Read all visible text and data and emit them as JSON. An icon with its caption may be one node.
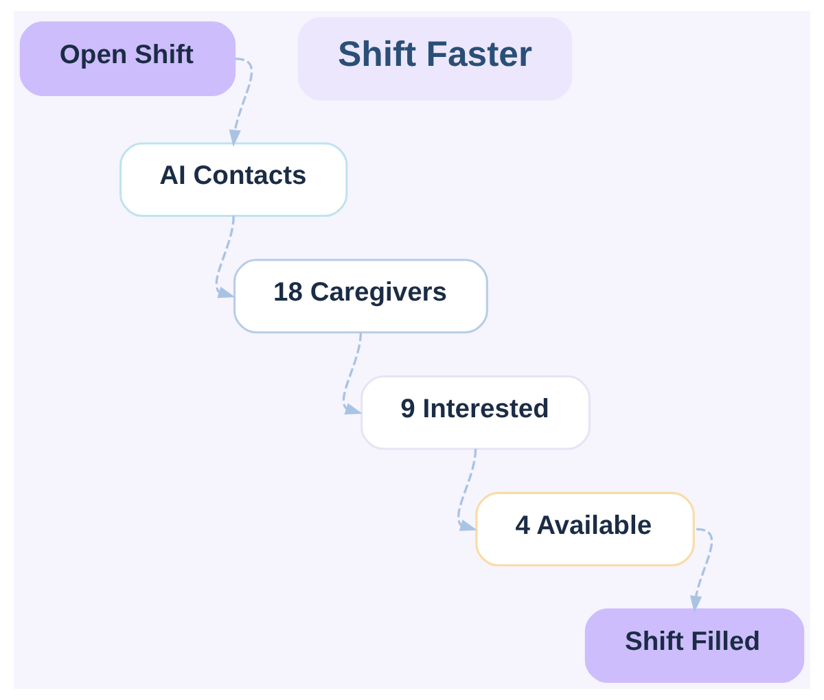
{
  "diagram": {
    "nodes": [
      {
        "text": [
          "Open Shift"
        ]
      },
      {
        "text": [
          "AI Contacts"
        ]
      },
      {
        "text": [
          "18 Caregivers"
        ]
      },
      {
        "text": [
          "9 Interested"
        ]
      },
      {
        "text": [
          "4 Available"
        ]
      },
      {
        "text": [
          "Shift Filled"
        ]
      },
      {
        "text": [
          "Shift Faster"
        ]
      }
    ],
    "edges": [
      {
        "from": 0,
        "to": 1,
        "arrow": "to",
        "style": "dashed"
      },
      {
        "from": 1,
        "to": 2,
        "arrow": "to",
        "style": "dashed"
      },
      {
        "from": 2,
        "to": 3,
        "arrow": "to",
        "style": "dashed"
      },
      {
        "from": 3,
        "to": 4,
        "arrow": "to",
        "style": "dashed"
      },
      {
        "from": 4,
        "to": 5,
        "arrow": "to",
        "style": "dashed"
      }
    ]
  }
}
